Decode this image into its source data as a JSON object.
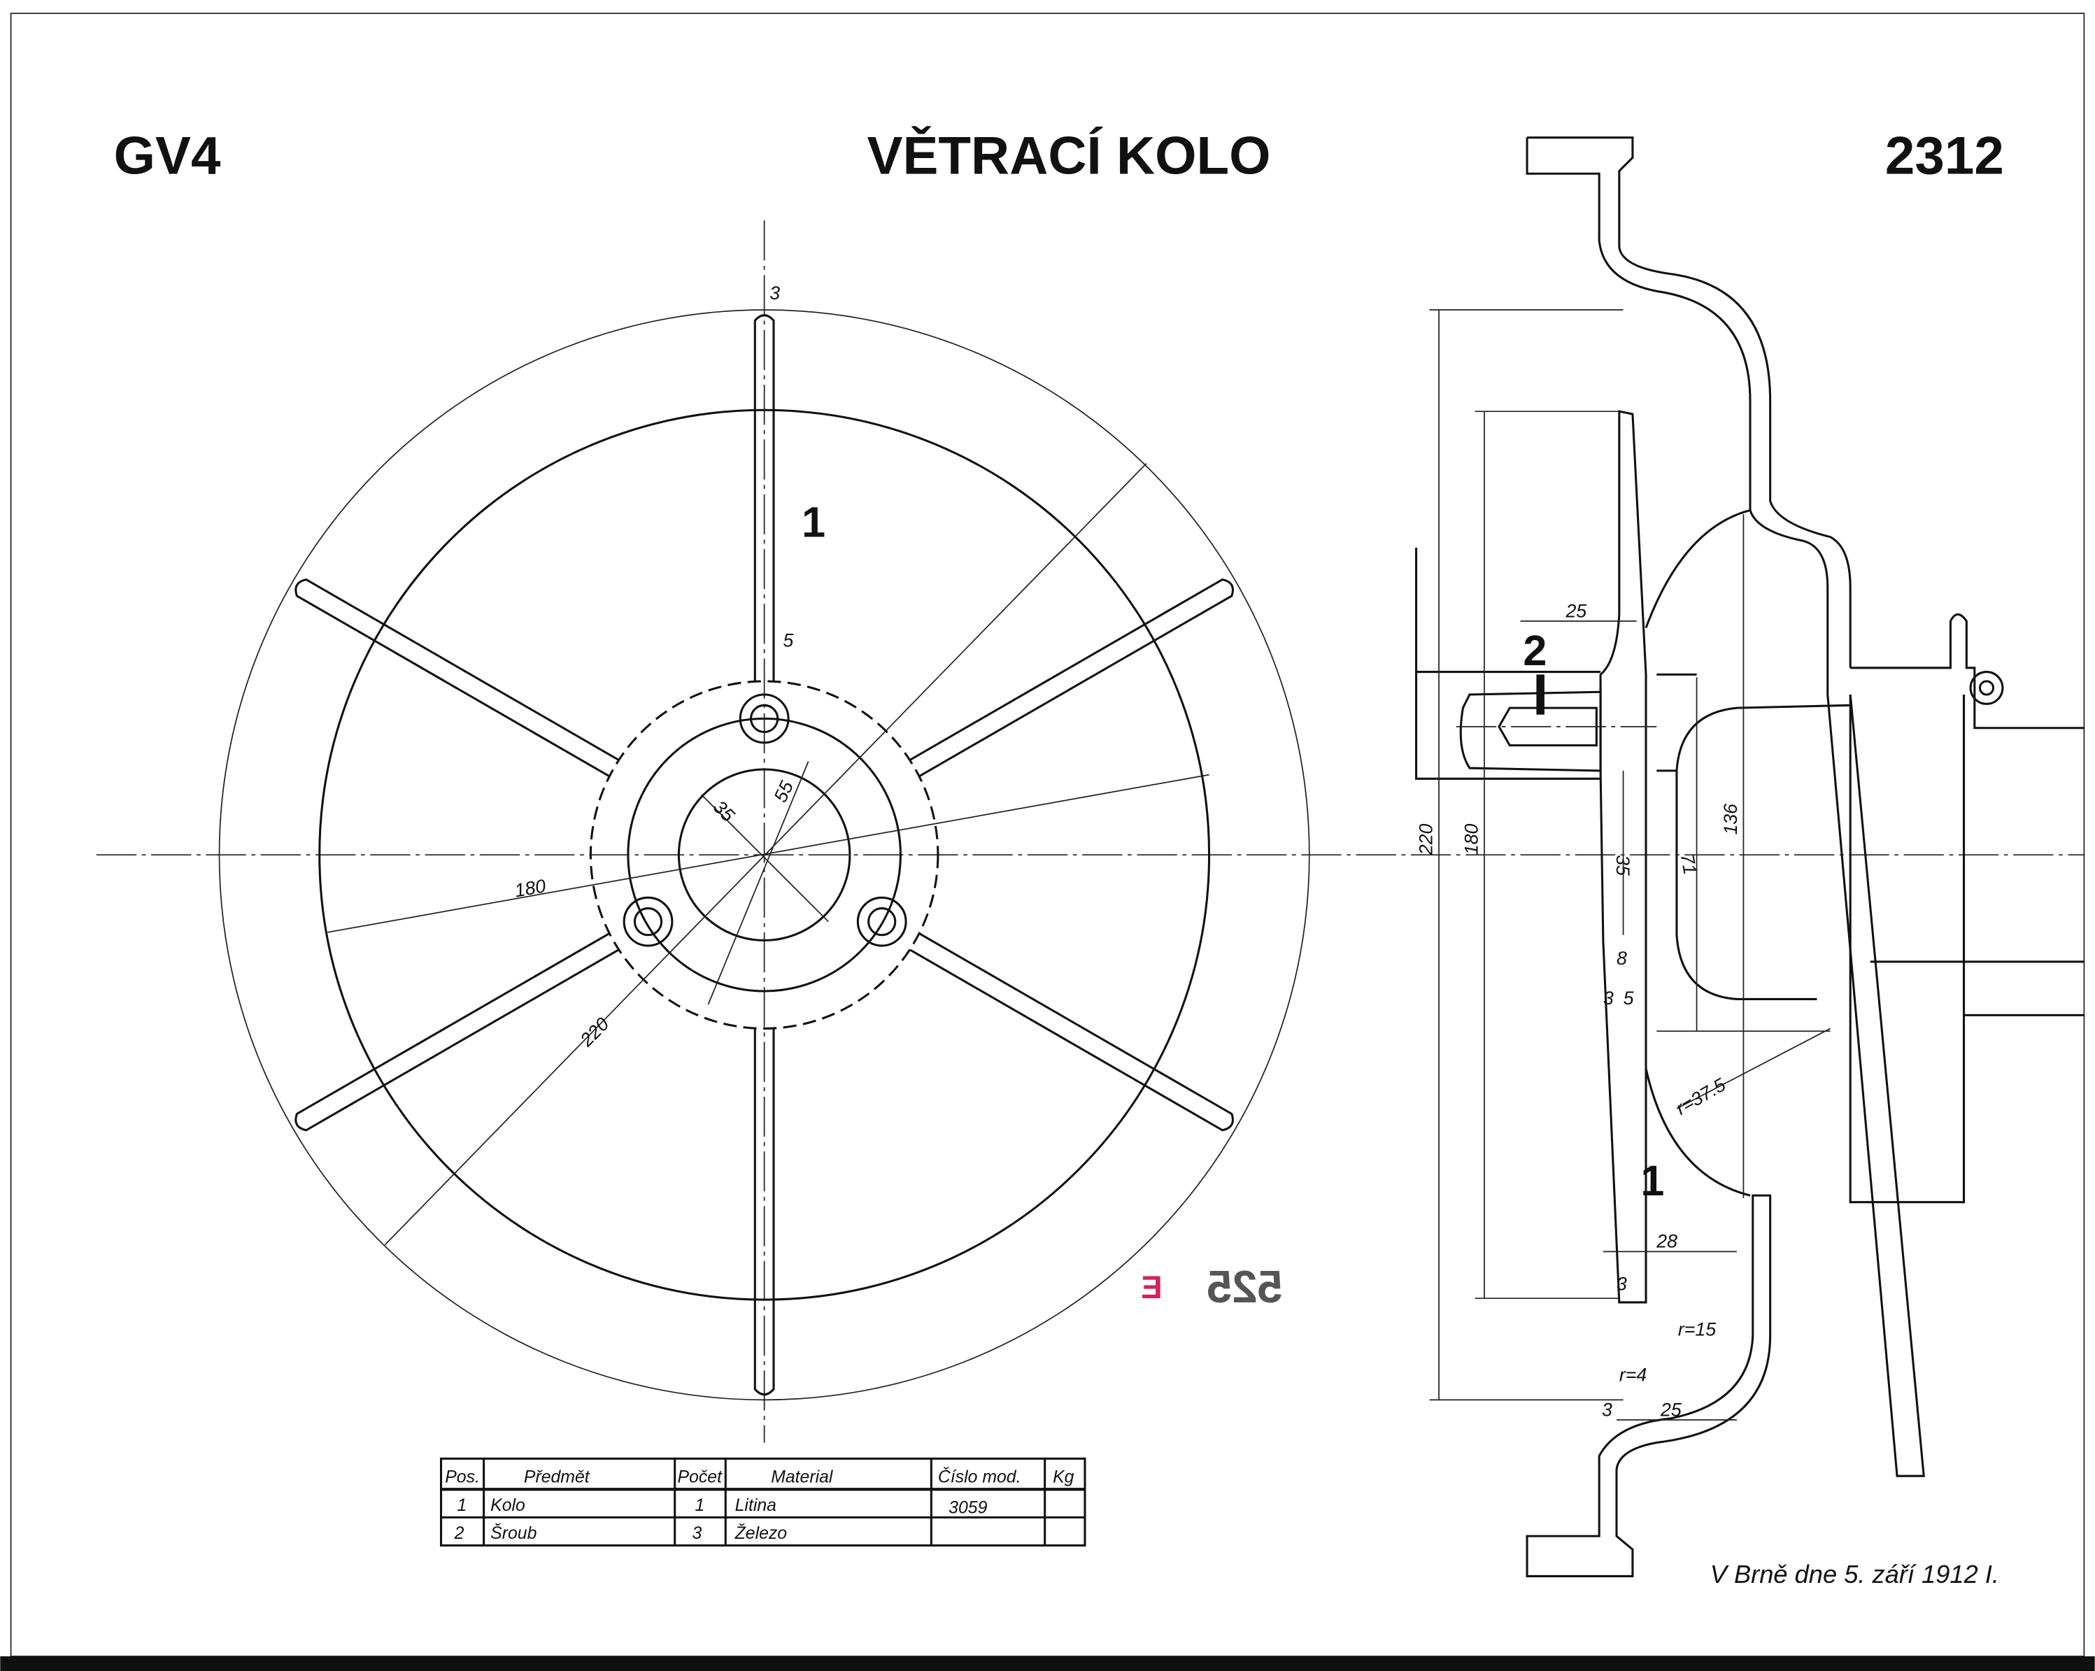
{
  "header": {
    "left_code": "GV4",
    "title": "VĚTRACÍ KOLO",
    "drawing_number": "2312"
  },
  "front_view": {
    "part_label": "1",
    "dimensions": {
      "rim_thickness": "3",
      "spoke_width": "5",
      "bore": "35",
      "hub": "55",
      "inner_diameter": "180",
      "outer_diameter": "220"
    }
  },
  "side_view": {
    "part_labels": [
      "2",
      "1"
    ],
    "dimensions": {
      "overall": "220",
      "wheel": "180",
      "bore": "35",
      "bolt_circle": "71",
      "casing": "136",
      "bolt_length": "25",
      "hub_width": "8",
      "offset_3": "3",
      "offset_5": "5",
      "radius_large": "r=37.5",
      "radius_mid": "r=15",
      "radius_small": "r=4",
      "depth": "28",
      "tip": "3",
      "bottom_3": "3",
      "bottom_25": "25"
    }
  },
  "stamp": {
    "number": "525",
    "letter": "E",
    "letter_color": "#d0245a"
  },
  "parts_table": {
    "headers": [
      "Pos.",
      "Předmět",
      "Počet",
      "Material",
      "Číslo mod.",
      "Kg"
    ],
    "rows": [
      [
        "1",
        "Kolo",
        "1",
        "Litina",
        "3059",
        ""
      ],
      [
        "2",
        "Šroub",
        "3",
        "Železo",
        "",
        ""
      ]
    ]
  },
  "signature": "V Brně dne 5. září 1912  I."
}
